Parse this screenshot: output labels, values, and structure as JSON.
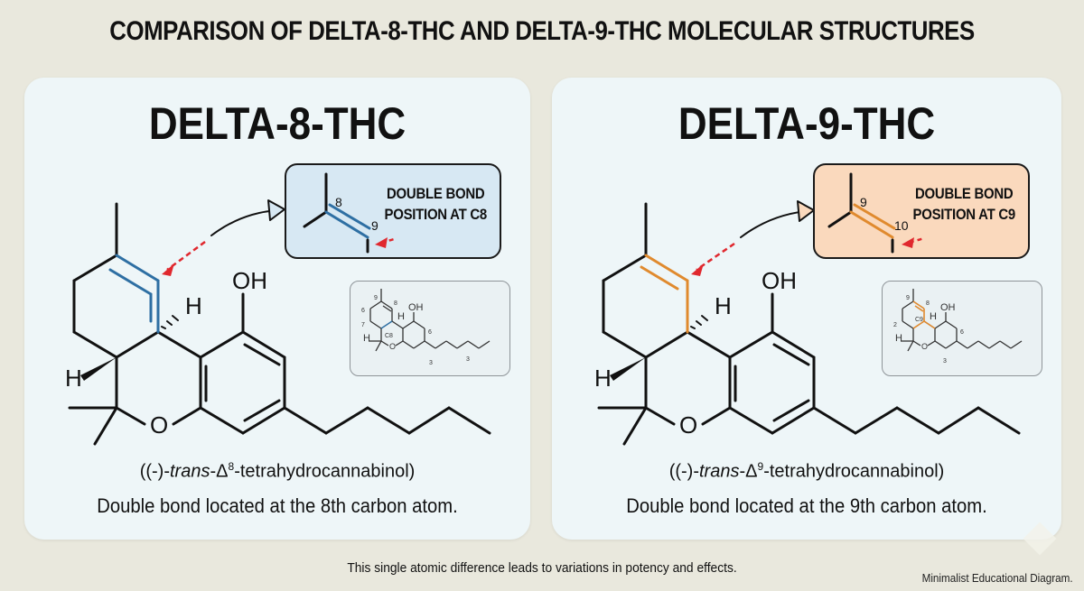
{
  "header": {
    "title": "COMPARISON OF DELTA-8-THC AND DELTA-9-THC MOLECULAR STRUCTURES"
  },
  "panels": [
    {
      "title": "DELTA-8-THC",
      "highlight_color": "#2e6fa3",
      "callout_bg": "#d7e8f3",
      "callout": {
        "line1": "DOUBLE BOND",
        "line2": "POSITION AT C8",
        "label_a": "8",
        "label_b": "9"
      },
      "inset_labels": [
        "9",
        "8",
        "6",
        "7",
        "C8",
        "OH",
        "H",
        "H",
        "6",
        "3",
        "3"
      ],
      "main_labels": {
        "oh": "OH",
        "h_top": "H",
        "h_left": "H",
        "o": "O"
      },
      "iupac_prefix": "((-)-",
      "iupac_italic": "trans",
      "iupac_mid": "-Δ",
      "iupac_sup": "8",
      "iupac_suffix": "-tetrahydrocannabinol)",
      "description": "Double bond located at the 8th carbon atom."
    },
    {
      "title": "DELTA-9-THC",
      "highlight_color": "#e08a2e",
      "callout_bg": "#fad9bd",
      "callout": {
        "line1": "DOUBLE BOND",
        "line2": "POSITION AT C9",
        "label_a": "9",
        "label_b": "10"
      },
      "inset_labels": [
        "9",
        "8",
        "2",
        "C9",
        "OH",
        "H",
        "H",
        "6",
        "3"
      ],
      "main_labels": {
        "oh": "OH",
        "h_top": "H",
        "h_left": "H",
        "o": "O"
      },
      "iupac_prefix": "((-)-",
      "iupac_italic": "trans",
      "iupac_mid": "-Δ",
      "iupac_sup": "9",
      "iupac_suffix": "-tetrahydrocannabinol)",
      "description": "Double bond located at the 9th carbon atom."
    }
  ],
  "footer": {
    "note": "This single atomic difference leads to variations in potency and effects.",
    "credit": "Minimalist Educational Diagram."
  },
  "colors": {
    "background": "#e9e8dd",
    "panel": "#eef6f8",
    "arrow_red": "#e0282e",
    "blue": "#2e6fa3",
    "orange": "#e08a2e"
  }
}
